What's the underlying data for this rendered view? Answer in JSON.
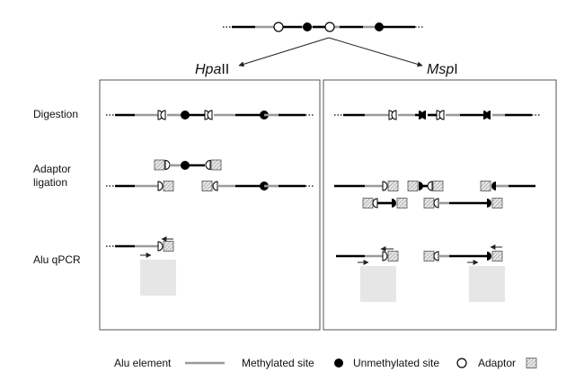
{
  "enzymes": {
    "left": {
      "italic": "Hpa",
      "roman": "II"
    },
    "right": {
      "italic": "Msp",
      "roman": "I"
    }
  },
  "row_labels": {
    "digestion": "Digestion",
    "adaptor_line1": "Adaptor",
    "adaptor_line2": "ligation",
    "alu": "Alu qPCR"
  },
  "legend": {
    "alu_element": "Alu element",
    "methylated": "Methylated site",
    "unmethylated": "Unmethylated site",
    "adaptor": "Adaptor"
  },
  "colors": {
    "dna": "#000000",
    "alu": "#9a9a9a",
    "box": "#555555",
    "pcr_lines": "#bdbdbd",
    "adaptor_fill": "#d4d4d4"
  }
}
